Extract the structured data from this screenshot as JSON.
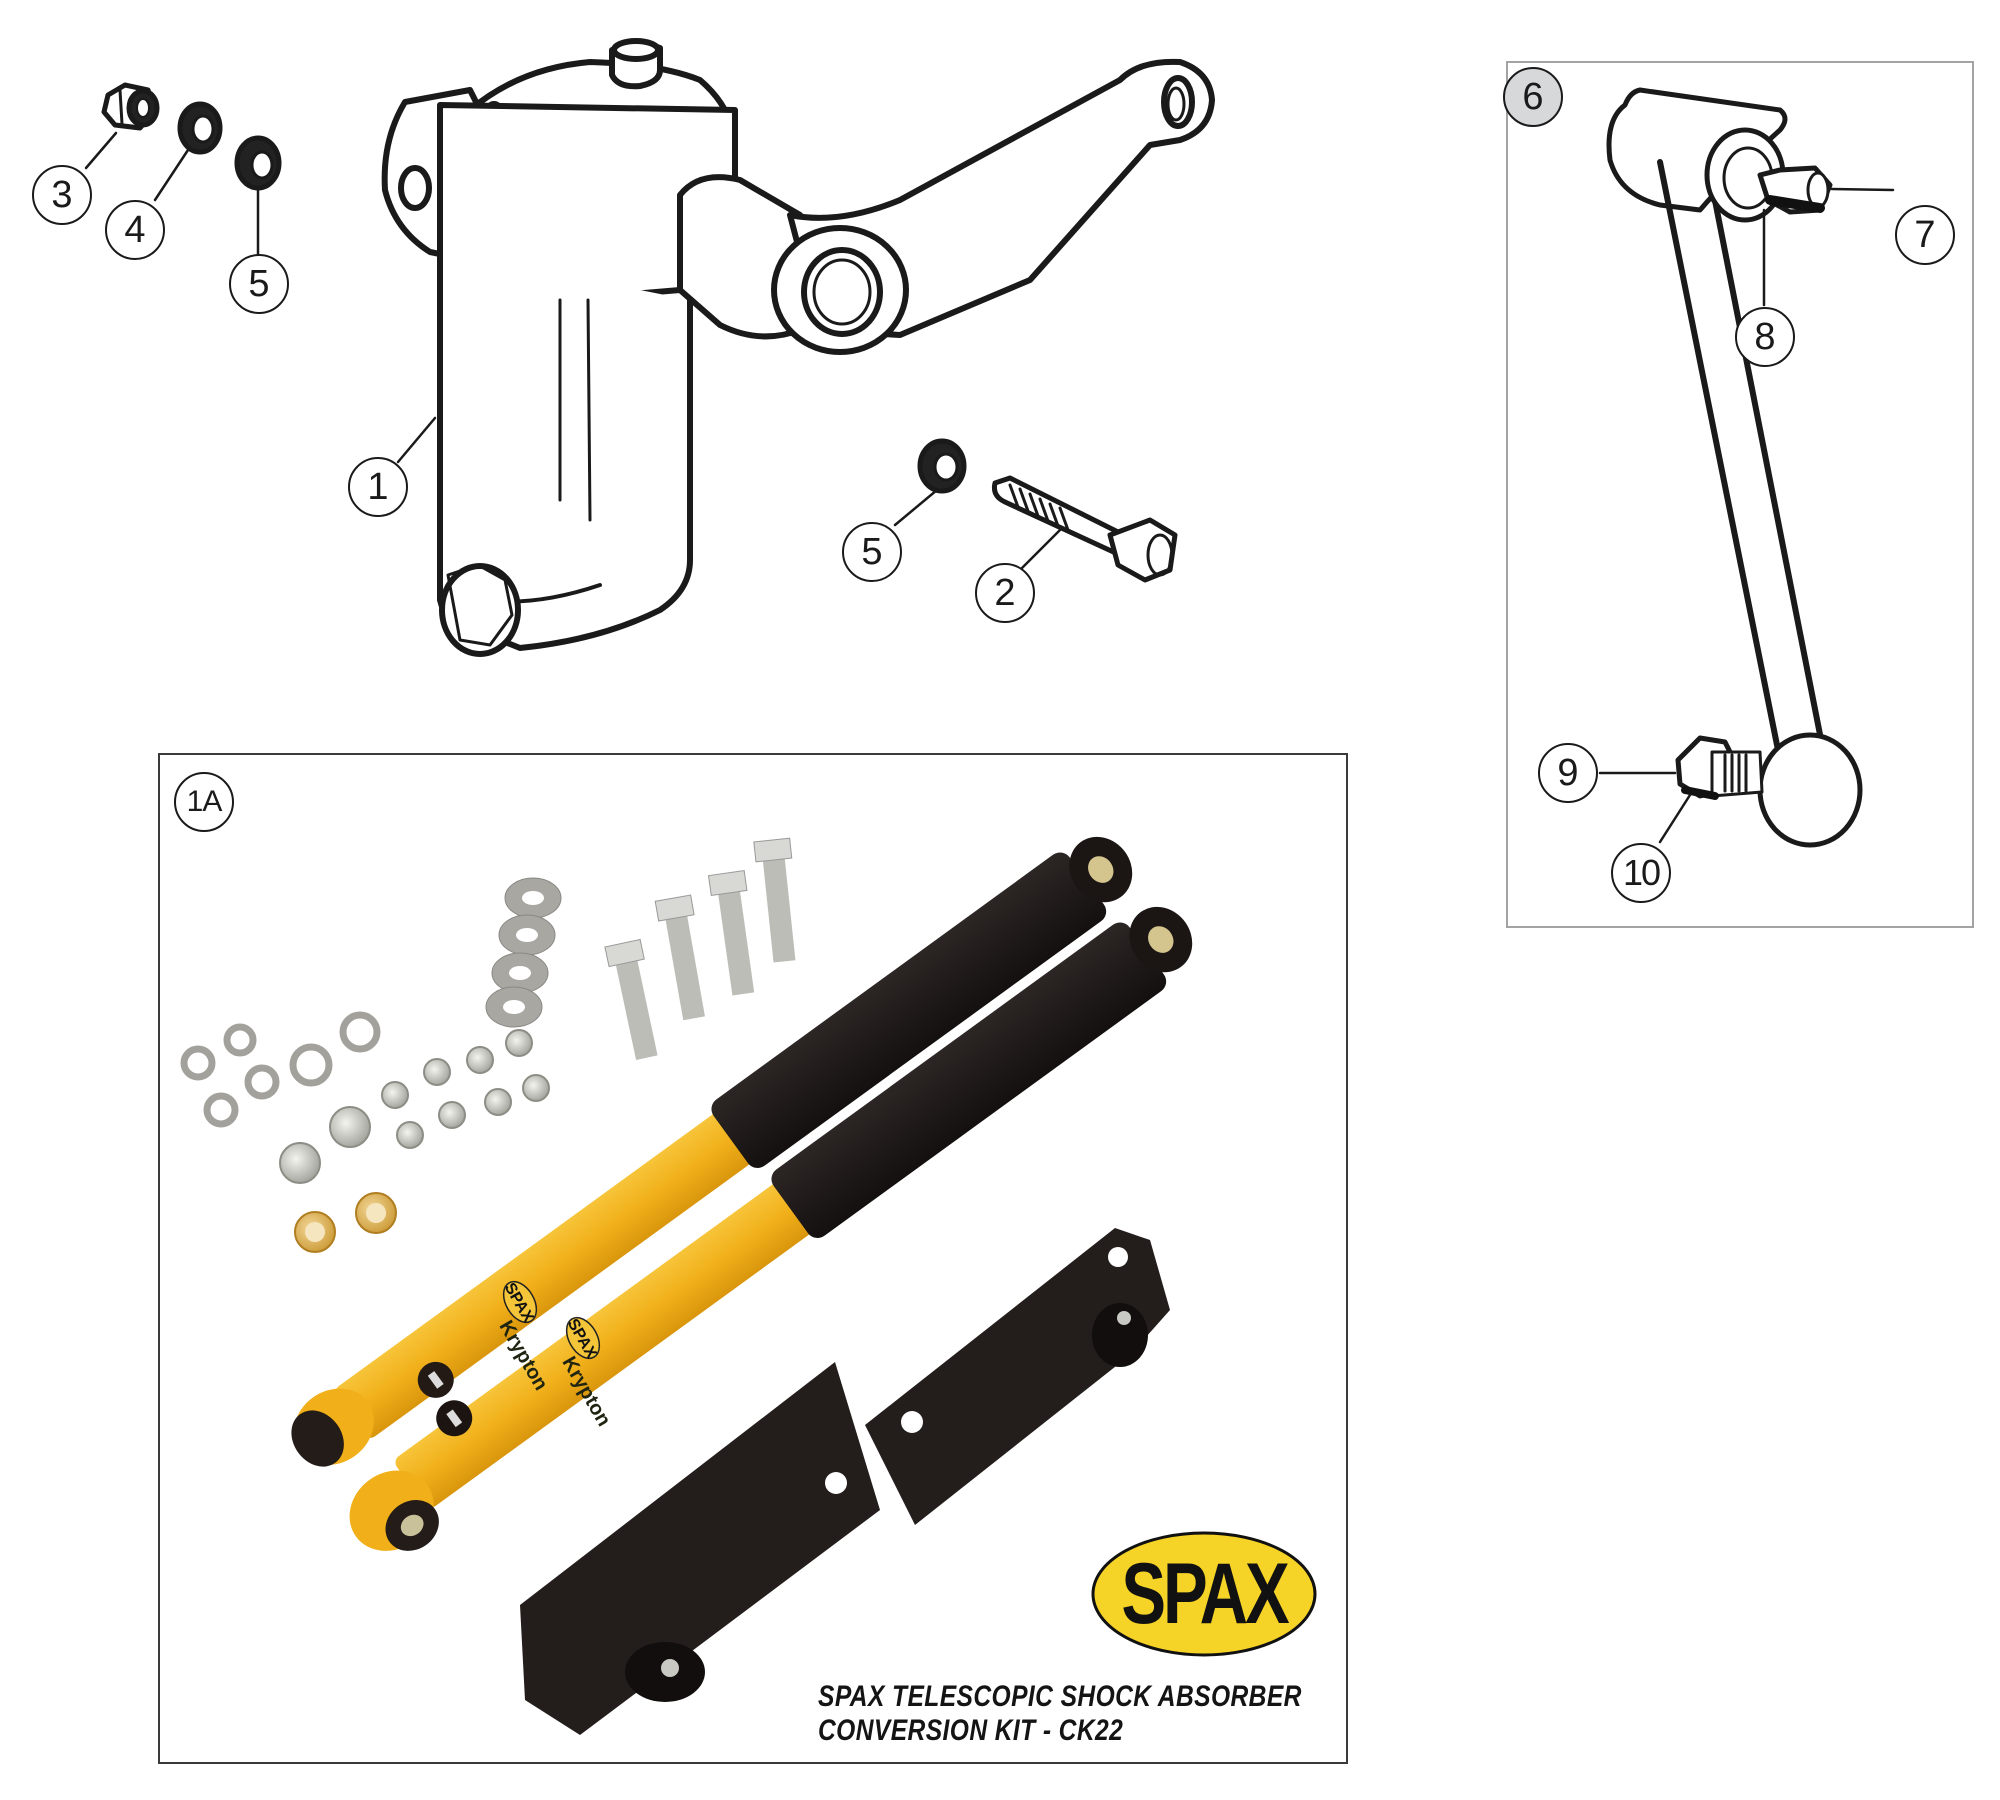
{
  "diagram": {
    "type": "exploded parts diagram",
    "callouts": {
      "c1": "1",
      "c2": "2",
      "c3": "3",
      "c4": "4",
      "c5a": "5",
      "c5b": "5",
      "c6": "6",
      "c7": "7",
      "c8": "8",
      "c9": "9",
      "c10": "10",
      "c1a": "1A"
    },
    "parts": [
      {
        "ref": "1",
        "depicts": "lever-arm damper body with arm"
      },
      {
        "ref": "2",
        "depicts": "hex bolt"
      },
      {
        "ref": "3",
        "depicts": "nyloc nut"
      },
      {
        "ref": "4",
        "depicts": "spring washer"
      },
      {
        "ref": "5",
        "depicts": "plain washer"
      },
      {
        "ref": "6",
        "depicts": "drop link assembly"
      },
      {
        "ref": "7",
        "depicts": "nut"
      },
      {
        "ref": "8",
        "depicts": "washer"
      },
      {
        "ref": "9",
        "depicts": "nut"
      },
      {
        "ref": "10",
        "depicts": "washer"
      },
      {
        "ref": "1A",
        "depicts": "telescopic shock absorber conversion kit"
      }
    ]
  },
  "panel_1a": {
    "brand_logo": "SPAX",
    "shock_label_brand": "SPAX",
    "shock_label_model": "Krypton",
    "caption_line1": "SPAX TELESCOPIC SHOCK ABSORBER",
    "caption_line2": "CONVERSION KIT - CK22"
  },
  "colors": {
    "line_art": "#1a1a1a",
    "shock_yellow": "#f2b51e",
    "shock_body_black": "#1c1816",
    "bracket_black": "#231d1b",
    "logo_yellow": "#f6d327",
    "callout_6_fill": "#d6d8da",
    "panel_6_border": "#a3a3a3"
  }
}
